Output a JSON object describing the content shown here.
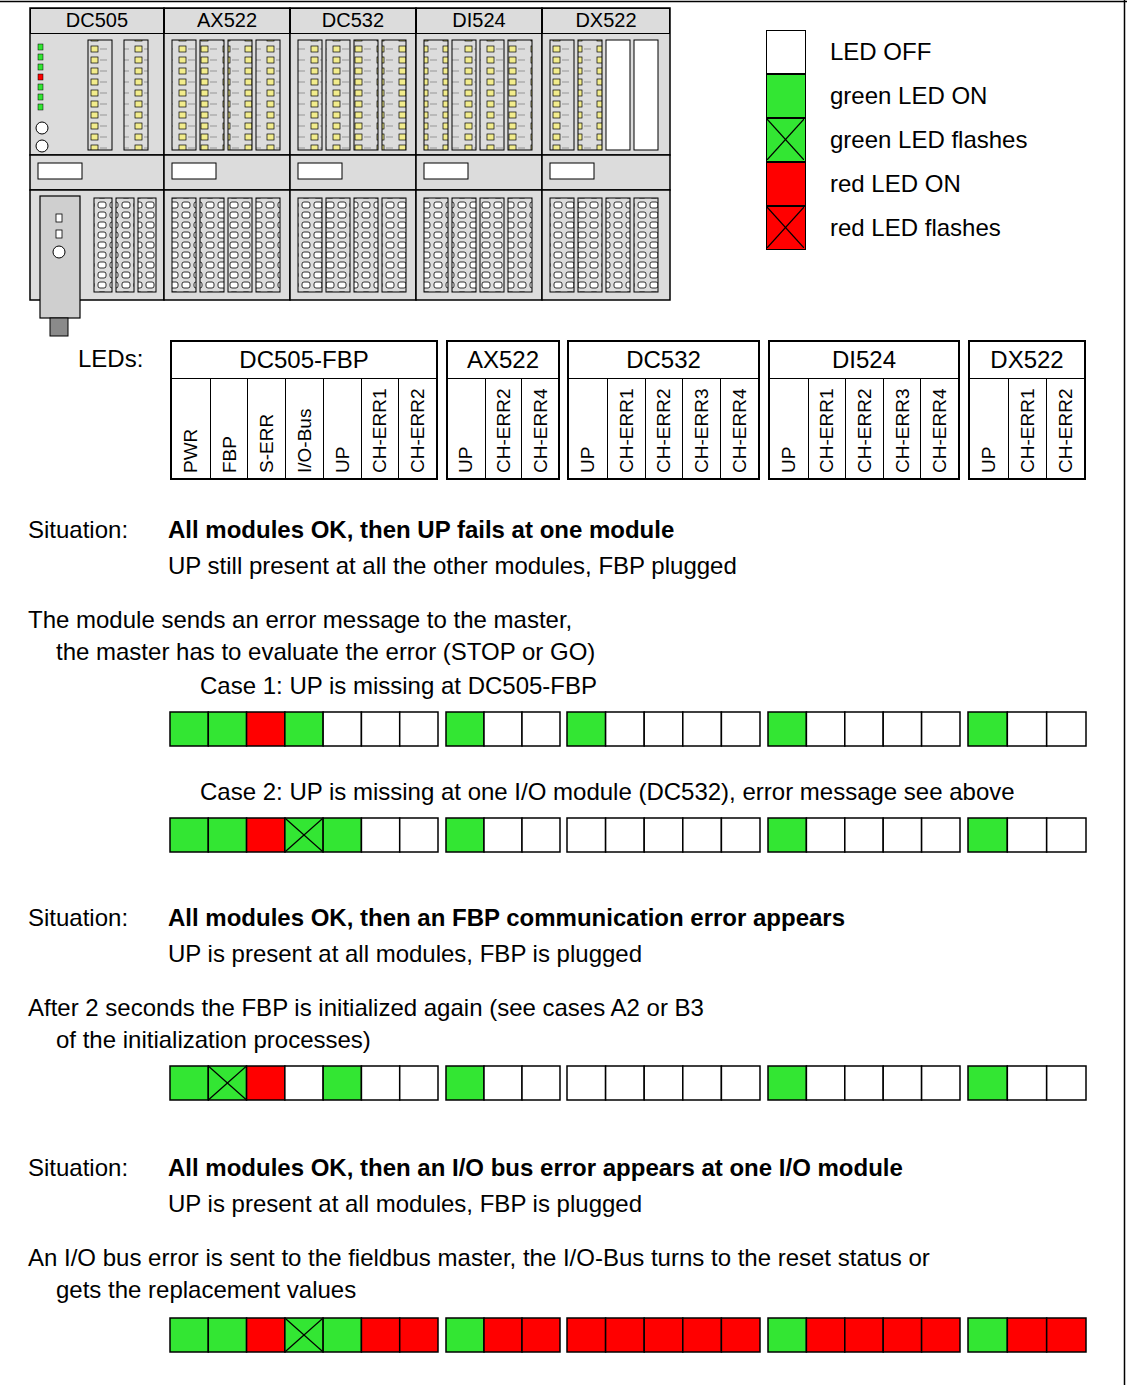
{
  "diagram": {
    "nodes": [
      {
        "text": [
          "DC505"
        ]
      },
      {
        "text": [
          "AX522"
        ]
      },
      {
        "text": [
          "DC532"
        ]
      },
      {
        "text": [
          "DI524"
        ]
      },
      {
        "text": [
          "DX522"
        ]
      },
      {
        "text": [
          "DC505-FBP"
        ]
      },
      {
        "text": [
          "PWR"
        ],
        "in": 5
      },
      {
        "text": [
          "FBP"
        ],
        "in": 5
      },
      {
        "text": [
          "S-ERR"
        ],
        "in": 5
      },
      {
        "text": [
          "I/O-Bus"
        ],
        "in": 5
      },
      {
        "text": [
          "UP"
        ],
        "in": 5
      },
      {
        "text": [
          "CH-ERR1"
        ],
        "in": 5
      },
      {
        "text": [
          "CH-ERR2"
        ],
        "in": 5
      },
      {
        "text": [
          "AX522"
        ]
      },
      {
        "text": [
          "UP"
        ],
        "in": 13
      },
      {
        "text": [
          "CH-ERR2"
        ],
        "in": 13
      },
      {
        "text": [
          "CH-ERR4"
        ],
        "in": 13
      },
      {
        "text": [
          "DC532"
        ]
      },
      {
        "text": [
          "UP"
        ],
        "in": 17
      },
      {
        "text": [
          "CH-ERR1"
        ],
        "in": 17
      },
      {
        "text": [
          "CH-ERR2"
        ],
        "in": 17
      },
      {
        "text": [
          "CH-ERR3"
        ],
        "in": 17
      },
      {
        "text": [
          "CH-ERR4"
        ],
        "in": 17
      },
      {
        "text": [
          "DI524"
        ]
      },
      {
        "text": [
          "UP"
        ],
        "in": 23
      },
      {
        "text": [
          "CH-ERR1"
        ],
        "in": 23
      },
      {
        "text": [
          "CH-ERR2"
        ],
        "in": 23
      },
      {
        "text": [
          "CH-ERR3"
        ],
        "in": 23
      },
      {
        "text": [
          "CH-ERR4"
        ],
        "in": 23
      },
      {
        "text": [
          "DX522"
        ]
      },
      {
        "text": [
          "UP"
        ],
        "in": 29
      },
      {
        "text": [
          "CH-ERR1"
        ],
        "in": 29
      },
      {
        "text": [
          "CH-ERR2"
        ],
        "in": 29
      }
    ],
    "labels": [
      "LEDs:",
      "Situation:",
      "All modules OK, then UP fails at one module",
      "UP still present at all the other modules, FBP plugged",
      "The module sends an error message to the master,",
      "the master has to evaluate the error (STOP or GO)",
      "Case 1: UP is missing at DC505-FBP",
      "Case 2: UP is missing at one I/O module (DC532), error message see above",
      "Situation:",
      "All modules OK, then an FBP communication error appears",
      "UP is present at all modules, FBP is plugged",
      "After 2 seconds the FBP is initialized again (see cases A2 or B3",
      "of the initialization processes)",
      "Situation:",
      "All modules OK, then an I/O bus error appears at one I/O module",
      "UP is present at all modules, FBP is plugged",
      "An I/O bus error is sent to the fieldbus master, the I/O-Bus turns to the reset status or",
      "gets the replacement values"
    ],
    "legend": [
      {
        "text": "LED OFF",
        "color": "#ffffff"
      },
      {
        "text": "green LED ON",
        "color": "#33e633"
      },
      {
        "text": "green LED flashes"
      },
      {
        "text": "red LED ON",
        "color": "#ff0000"
      },
      {
        "text": "red LED flashes"
      }
    ]
  }
}
